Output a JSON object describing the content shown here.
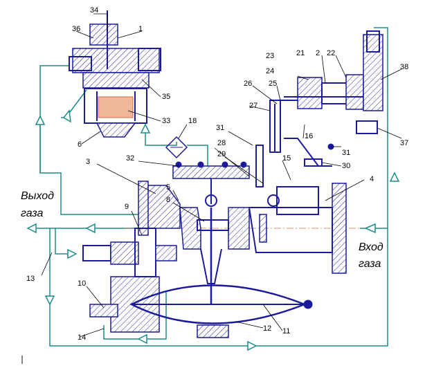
{
  "labels": {
    "outlet_line1": "Выход",
    "outlet_line2": "газа",
    "inlet_line1": "Вход",
    "inlet_line2": "газа",
    "n1": "1",
    "n2": "2",
    "n3": "3",
    "n4": "4",
    "n5": "5",
    "n6": "6",
    "n8": "8",
    "n9": "9",
    "n10": "10",
    "n11": "11",
    "n12": "12",
    "n13": "13",
    "n14": "14",
    "n15": "15",
    "n16": "16",
    "n18": "18",
    "n21": "21",
    "n22": "22",
    "n23": "23",
    "n24": "24",
    "n25": "25",
    "n26": "26",
    "n27": "27",
    "n28": "28",
    "n29": "29",
    "n30": "30",
    "n31a": "31",
    "n31b": "31",
    "n32": "32",
    "n33": "33",
    "n34": "34",
    "n35": "35",
    "n36": "36",
    "n37": "37",
    "n38": "38"
  },
  "colors": {
    "body_outline": "#1a1a9a",
    "impulse_lines": "#1c8a8a",
    "center_axis": "#d46a3a",
    "leader_lines": "#000000"
  }
}
